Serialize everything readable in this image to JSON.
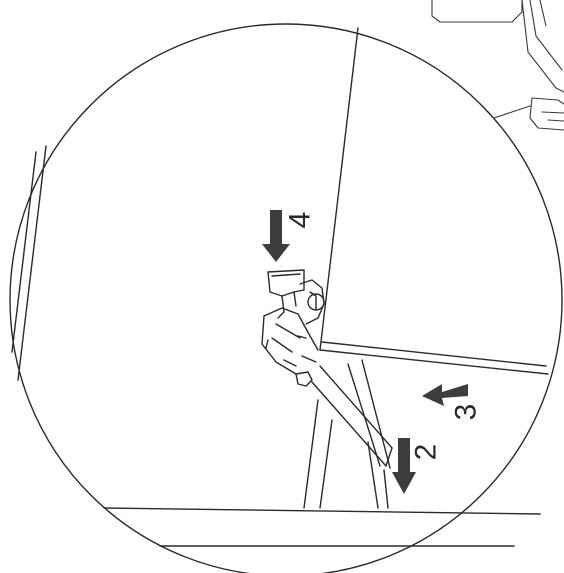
{
  "figure": {
    "step_labels": [
      "4",
      "3",
      "2"
    ],
    "step_markers": [
      {
        "label": "4",
        "direction": "down"
      },
      {
        "label": "3",
        "direction": "left"
      },
      {
        "label": "2",
        "direction": "down"
      }
    ],
    "colors": {
      "line": "#2a2a2a",
      "arrow": "#3d3d3d",
      "background": "#ffffff"
    }
  }
}
